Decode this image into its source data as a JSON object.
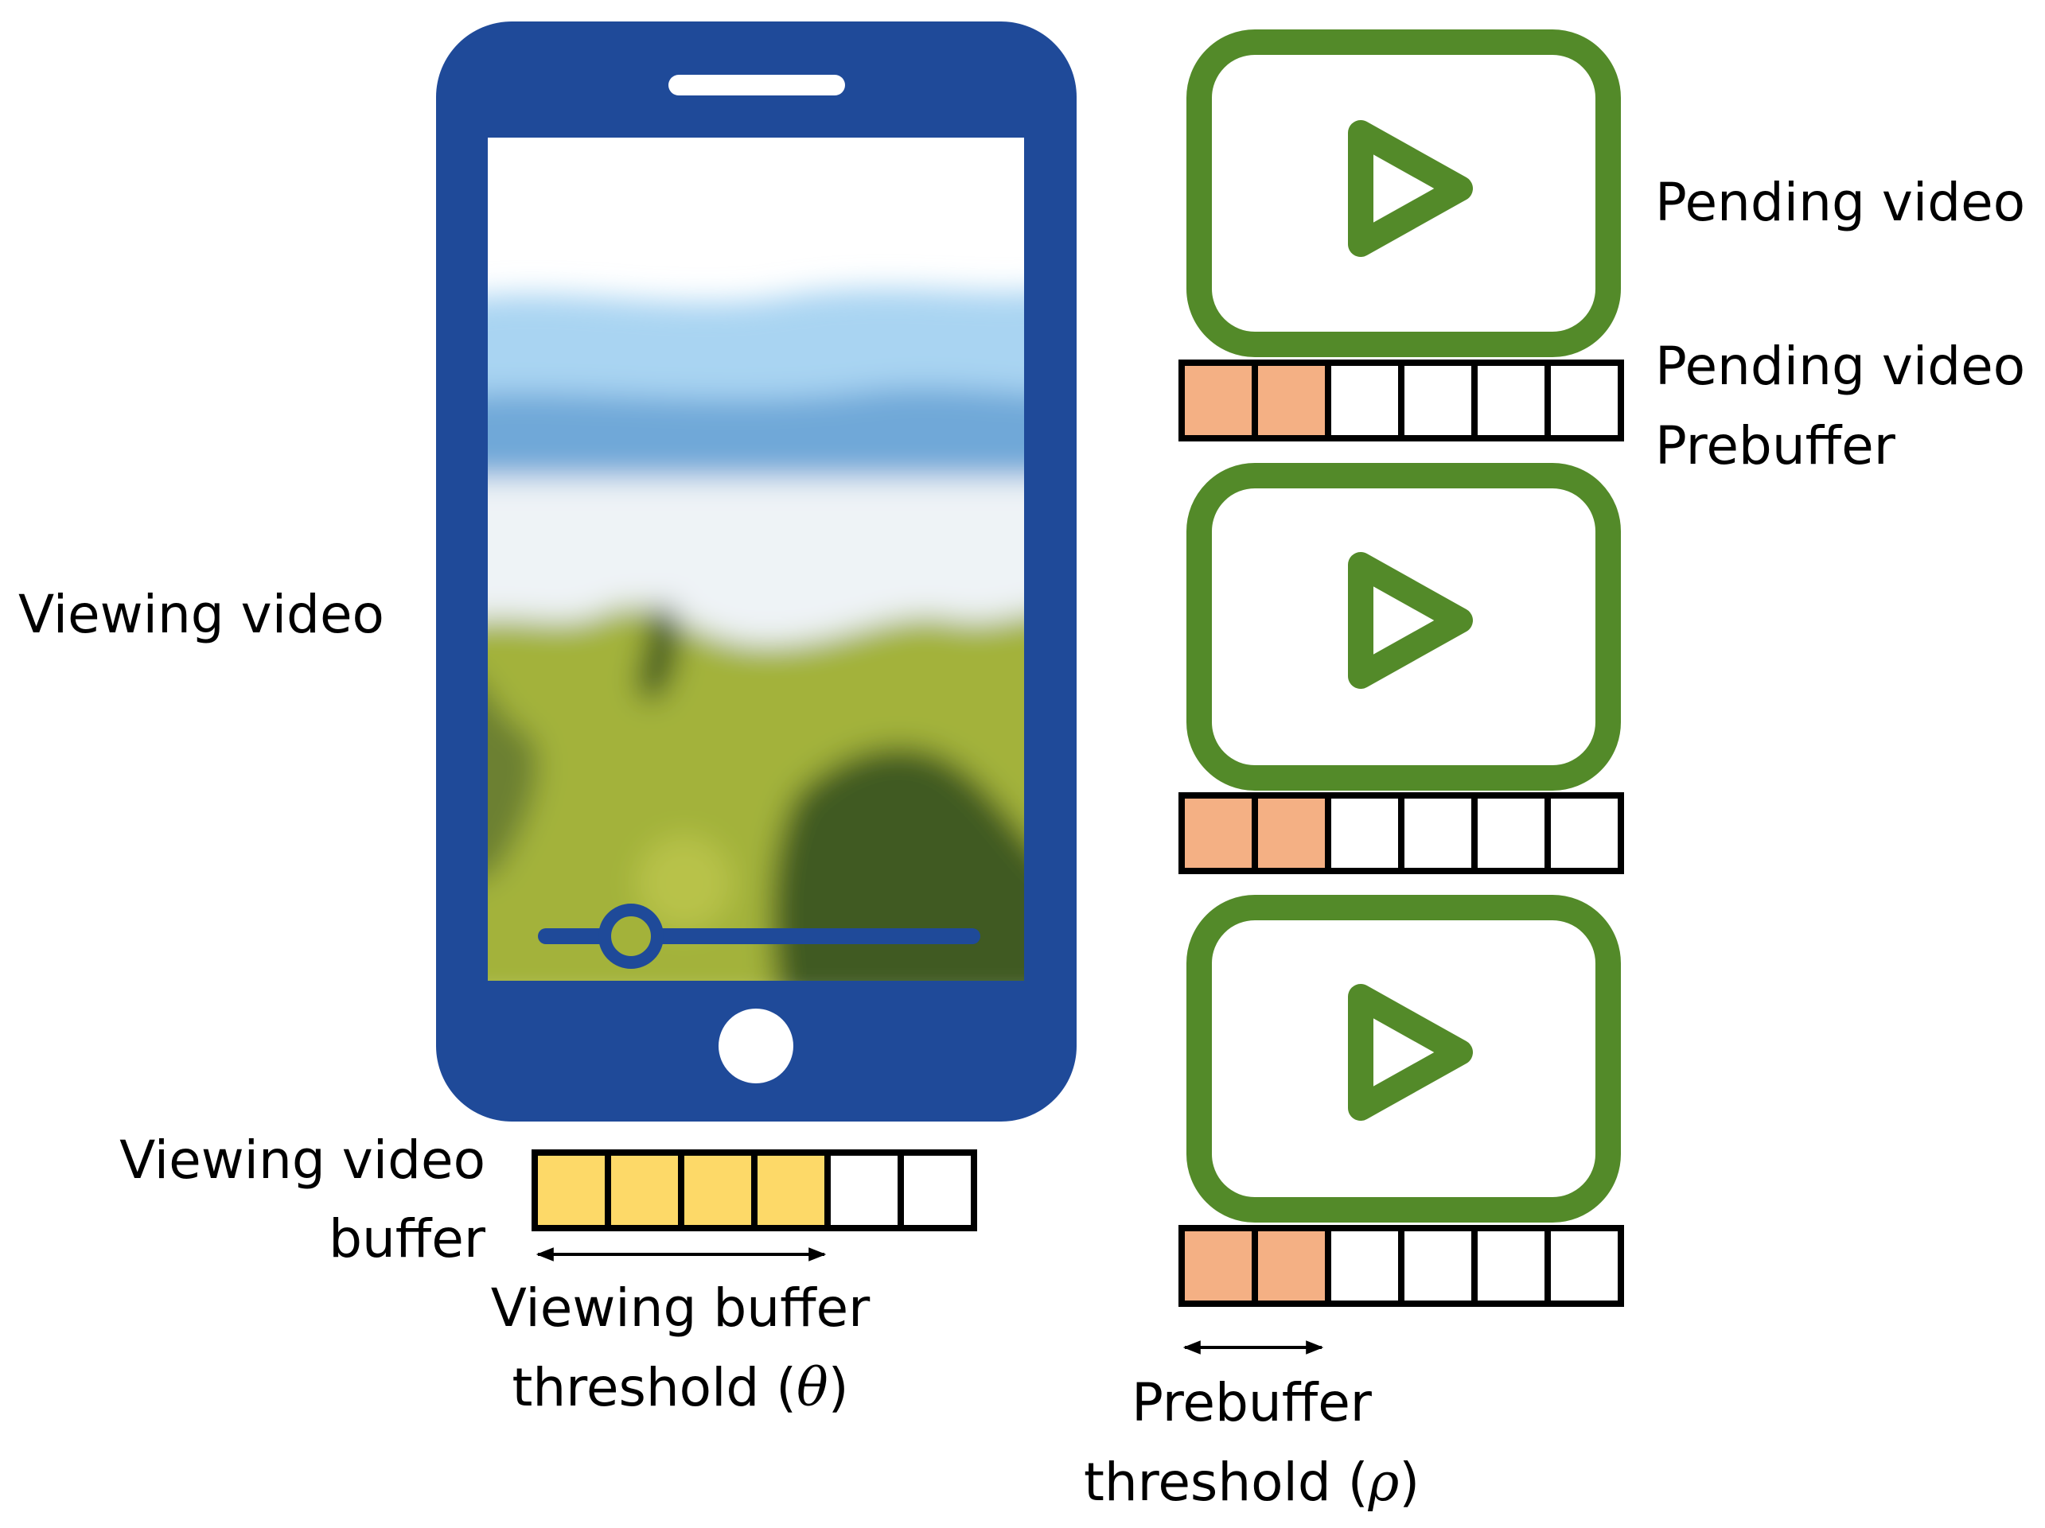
{
  "labels": {
    "viewing_video": "Viewing video",
    "viewing_video_buffer_line1": "Viewing video",
    "viewing_video_buffer_line2": "buffer",
    "viewing_threshold_line1": "Viewing buffer",
    "viewing_threshold_line2_prefix": "threshold (",
    "viewing_threshold_symbol": "θ",
    "viewing_threshold_line2_suffix": ")",
    "pending_video": "Pending video",
    "pending_prebuffer_line1": "Pending video",
    "pending_prebuffer_line2": "Prebuffer",
    "prebuffer_threshold_line1": "Prebuffer",
    "prebuffer_threshold_line2_prefix": "threshold (",
    "prebuffer_threshold_symbol": "ρ",
    "prebuffer_threshold_line2_suffix": ")"
  },
  "viewing_buffer": {
    "total_cells": 6,
    "filled_cells": 4
  },
  "pending_buffers": [
    {
      "total_cells": 6,
      "filled_cells": 2
    },
    {
      "total_cells": 6,
      "filled_cells": 2
    },
    {
      "total_cells": 6,
      "filled_cells": 2
    }
  ],
  "icons": {
    "phone": "smartphone-icon",
    "video": "video-play-icon"
  },
  "colors": {
    "phone": "#1f4a99",
    "video_icon": "#538a29",
    "viewing_fill": "#fdd968",
    "prebuffer_fill": "#f4b084",
    "cell_border": "#000000"
  }
}
